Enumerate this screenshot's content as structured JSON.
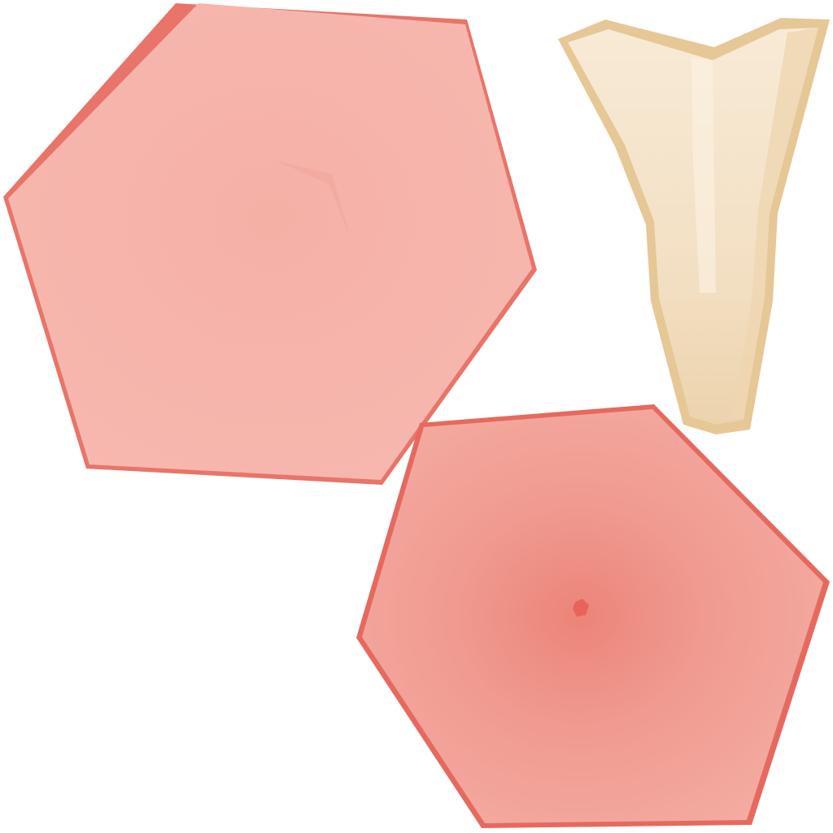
{
  "texture_atlas": {
    "background_color": "#ffffff",
    "pieces": [
      {
        "id": "hexagon-top-left",
        "shape": "hexagon",
        "fill": "#f6b4ab",
        "edge": "#e8746a"
      },
      {
        "id": "tapered-strip",
        "shape": "tapered-strip",
        "fill": "#f6e6cd",
        "edge": "#e6c796"
      },
      {
        "id": "hexagon-bottom-right",
        "shape": "hexagon",
        "fill": "#f2a095",
        "edge": "#e6695f",
        "center_dot": "#e8635a"
      }
    ]
  }
}
